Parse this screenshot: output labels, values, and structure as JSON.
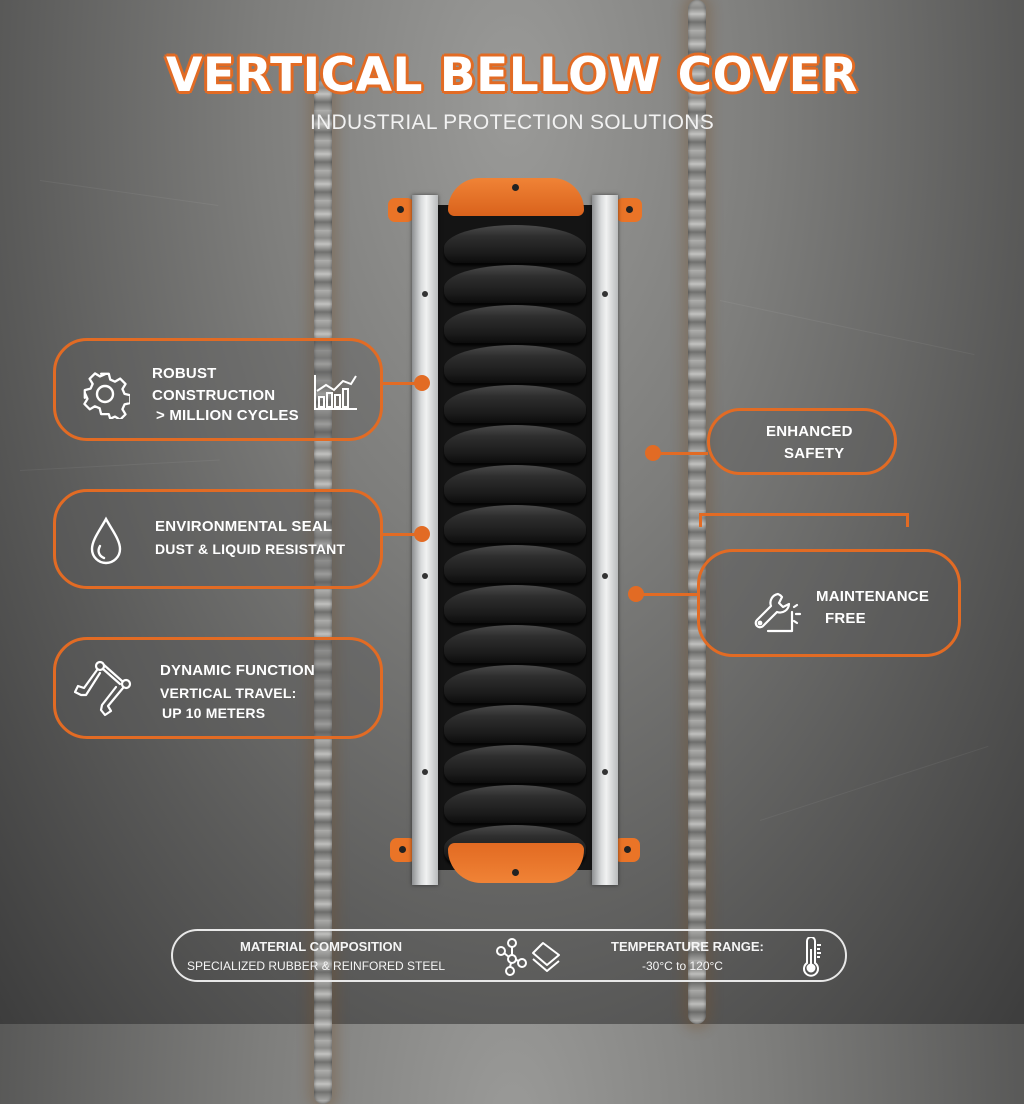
{
  "header": {
    "title": "VERTICAL BELLOW COVER",
    "subtitle": "INDUSTRIAL PROTECTION SOLUTIONS"
  },
  "colors": {
    "accent": "#e26b24",
    "text": "#ffffff",
    "background": "#6e6e6c",
    "bellow": "#1a1a1a",
    "rail": "#d9dbdc"
  },
  "features_left": [
    {
      "icon": "gear-icon",
      "lines": [
        "ROBUST",
        "CONSTRUCTION",
        "> MILLION CYCLES"
      ],
      "secondary_icon": "bar-chart-growth-icon"
    },
    {
      "icon": "water-drop-icon",
      "lines": [
        "ENVIRONMENTAL SEAL",
        "DUST & LIQUID RESISTANT"
      ]
    },
    {
      "icon": "robotic-arm-wrench-icon",
      "lines": [
        "DYNAMIC FUNCTION",
        "VERTICAL TRAVEL:",
        "UP 10 METERS"
      ]
    }
  ],
  "features_right": [
    {
      "lines": [
        "ENHANCED",
        "SAFETY"
      ]
    },
    {
      "icon": "wrench-maintenance-icon",
      "lines": [
        "MAINTENANCE",
        "FREE"
      ]
    }
  ],
  "info_bar": {
    "material_title": "MATERIAL COMPOSITION",
    "material_value": "SPECIALIZED RUBBER & REINFORED STEEL",
    "material_icons": [
      "molecule-icon",
      "layers-icon"
    ],
    "temperature_title": "TEMPERATURE RANGE:",
    "temperature_value": "-30°C to 120°C",
    "temperature_icon": "thermometer-icon"
  }
}
